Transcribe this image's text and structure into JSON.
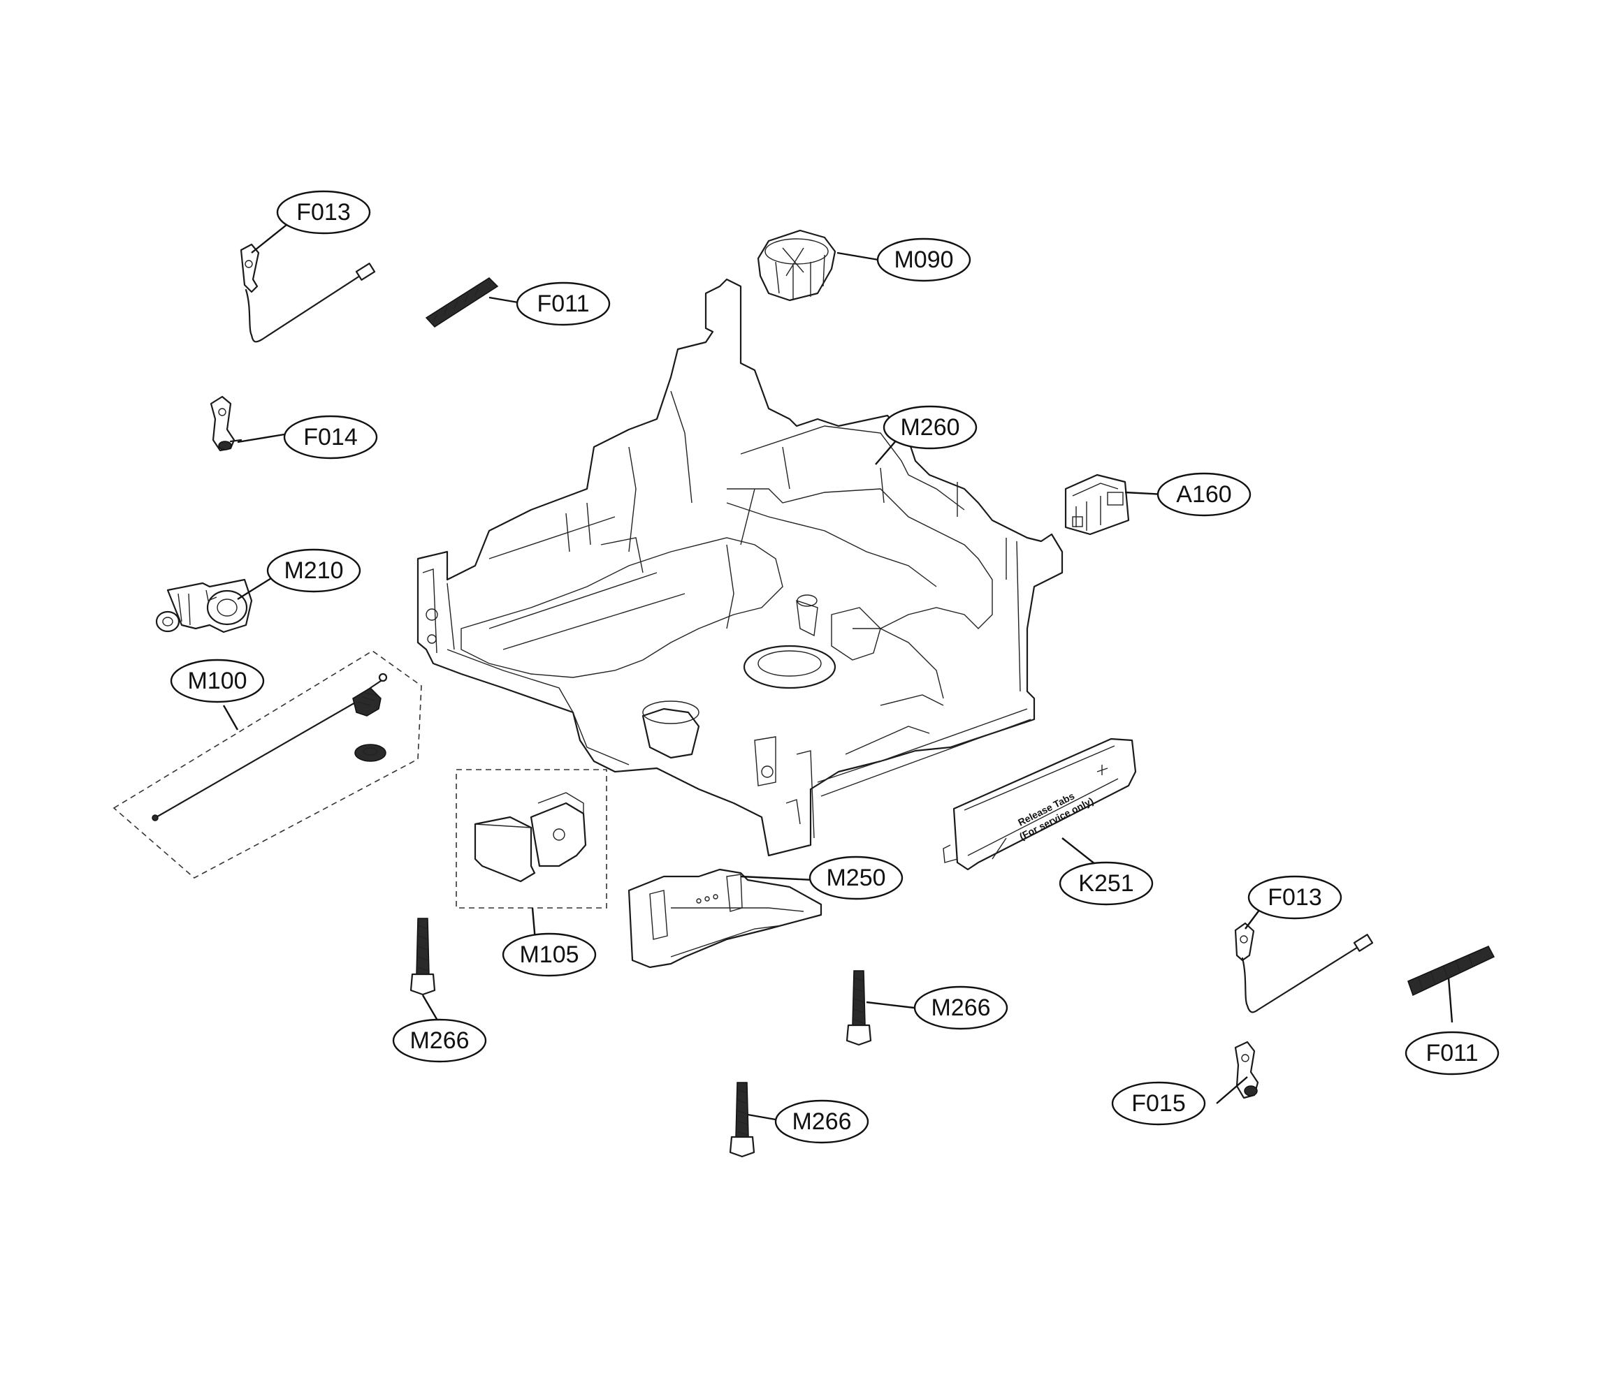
{
  "callouts": {
    "f013_top": "F013",
    "f011_top": "F011",
    "m090": "M090",
    "f014": "F014",
    "m260": "M260",
    "a160": "A160",
    "m210": "M210",
    "m100": "M100",
    "m105": "M105",
    "m250": "M250",
    "k251": "K251",
    "f013_right": "F013",
    "f011_right": "F011",
    "m266_left": "M266",
    "m266_mid": "M266",
    "m266_bottom": "M266",
    "f015": "F015"
  },
  "release_tabs": {
    "line1": "Release Tabs",
    "line2": "(For service only)"
  }
}
